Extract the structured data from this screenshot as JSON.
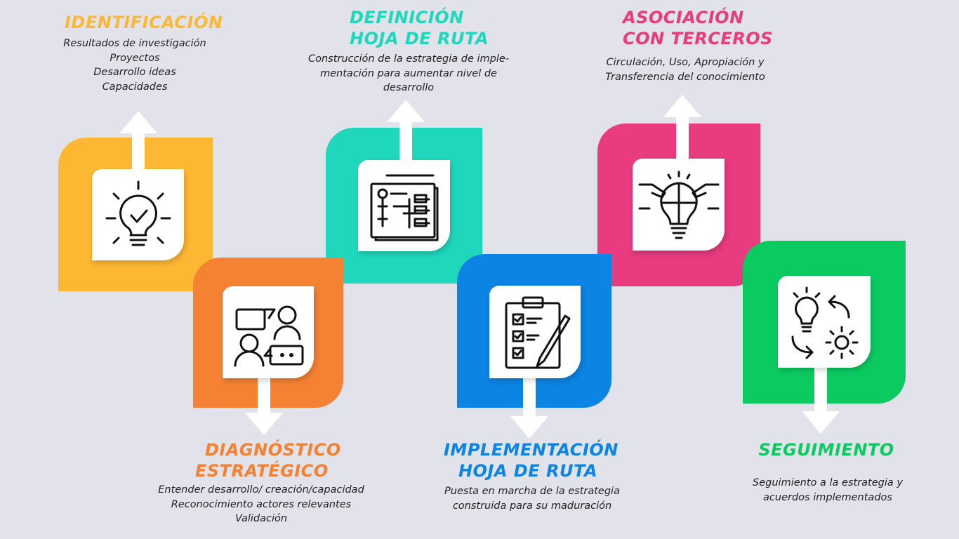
{
  "colors": {
    "identificacion": "#fdb833",
    "diagnostico": "#f58233",
    "definicion": "#1fd8bc",
    "implementacion": "#0b84e4",
    "asociacion": "#e83b80",
    "seguimiento": "#0bcb60",
    "background": "#e1e2ea"
  },
  "steps": [
    {
      "title": [
        "IDENTIFICACIÓN"
      ],
      "desc": [
        "Resultados de investigación",
        "Proyectos",
        "Desarrollo ideas",
        "Capacidades"
      ],
      "icon": "lightbulb-check-icon"
    },
    {
      "title": [
        "DIAGNÓSTICO",
        "ESTRATÉGICO"
      ],
      "desc": [
        "Entender desarrollo/ creación/capacidad",
        "Reconocimiento actores relevantes",
        "Validación"
      ],
      "icon": "people-chat-icon"
    },
    {
      "title": [
        "DEFINICIÓN",
        "HOJA DE RUTA"
      ],
      "desc": [
        "Construcción de la estrategia de imple-",
        "mentación para aumentar nivel de",
        "desarrollo"
      ],
      "icon": "flowchart-board-icon"
    },
    {
      "title": [
        "IMPLEMENTACIÓN",
        "HOJA DE RUTA"
      ],
      "desc": [
        "Puesta en marcha de la estrategia",
        "construida para su maduración"
      ],
      "icon": "clipboard-checklist-icon"
    },
    {
      "title": [
        "ASOCIACIÓN",
        "CON TERCEROS"
      ],
      "desc": [
        "Circulación, Uso, Apropiación y",
        "Transferencia del conocimiento"
      ],
      "icon": "hands-puzzle-bulb-icon"
    },
    {
      "title": [
        "SEGUIMIENTO"
      ],
      "desc": [
        "Seguimiento a la estrategia y",
        "acuerdos implementados"
      ],
      "icon": "bulb-gear-cycle-icon"
    }
  ]
}
